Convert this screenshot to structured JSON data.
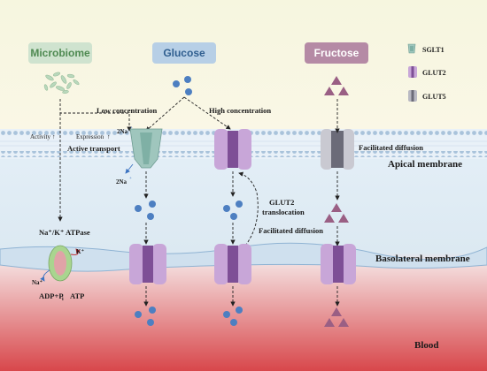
{
  "headers": {
    "microbiome": "Microbiome",
    "glucose": "Glucose",
    "fructose": "Fructose"
  },
  "legend": {
    "sglt1": "SGLT1",
    "glut2": "GLUT2",
    "glut5": "GLUT5"
  },
  "labels": {
    "low_concentration": "Low concentration",
    "high_concentration": "High concentration",
    "activity": "Activity",
    "expression": "Expression",
    "active_transport": "Active transport",
    "facilitated_diffusion_top": "Facilitated diffusion",
    "facilitated_diffusion_mid": "Facilitated diffusion",
    "glut2": "GLUT2",
    "translocation": "translocation",
    "na_top": "2Na",
    "na_bottom": "2Na",
    "plus": "+",
    "pump_na_k": "Na⁺/K⁺ ATPase",
    "k_ion": "K⁺",
    "na_ion": "Na⁺",
    "adp": "ADP+P",
    "adp_sub": "i",
    "atp": "ATP",
    "up_arrow": "↑"
  },
  "membranes": {
    "apical": "Apical membrane",
    "basolateral": "Basolateral membrane",
    "blood": "Blood"
  },
  "colors": {
    "microbiome_box": "#cfe3cf",
    "microbiome_text": "#4f8a52",
    "glucose_box": "#b7cfe6",
    "glucose_text": "#2f5e8f",
    "fructose_box": "#b58aa5",
    "fructose_text": "#ffffff",
    "glucose_dot": "#4d7fc1",
    "fructose_tri": "#9a5f84",
    "sglt1": "#9fc6bd",
    "glut2": "#c8a6d8",
    "glut5": "#b9b9c3",
    "up_arrow": "#c0282a"
  }
}
